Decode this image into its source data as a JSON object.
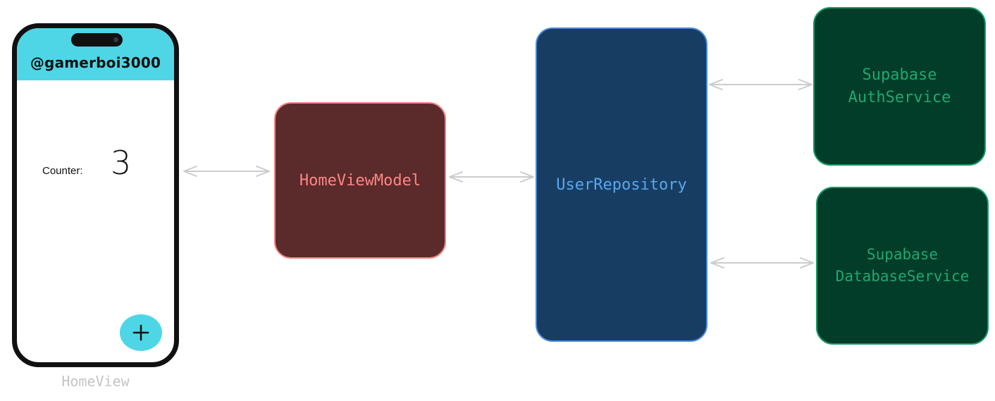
{
  "phone": {
    "username": "@gamerboi3000",
    "counter_label": "Counter:",
    "counter_value": "3",
    "fab_icon": "plus-icon",
    "caption": "HomeView"
  },
  "boxes": {
    "viewmodel": "HomeViewModel",
    "repository": "UserRepository",
    "auth": {
      "line1": "Supabase",
      "line2": "AuthService"
    },
    "database": {
      "line1": "Supabase",
      "line2": "DatabaseService"
    }
  },
  "colors": {
    "phone_accent": "#4fd6e6",
    "viewmodel_fill": "#5b2a2b",
    "viewmodel_stroke": "#f08181",
    "repository_fill": "#173e62",
    "repository_stroke": "#4a8ad8",
    "service_fill": "#013d28",
    "service_stroke": "#129c66",
    "arrow": "#cccccc"
  }
}
